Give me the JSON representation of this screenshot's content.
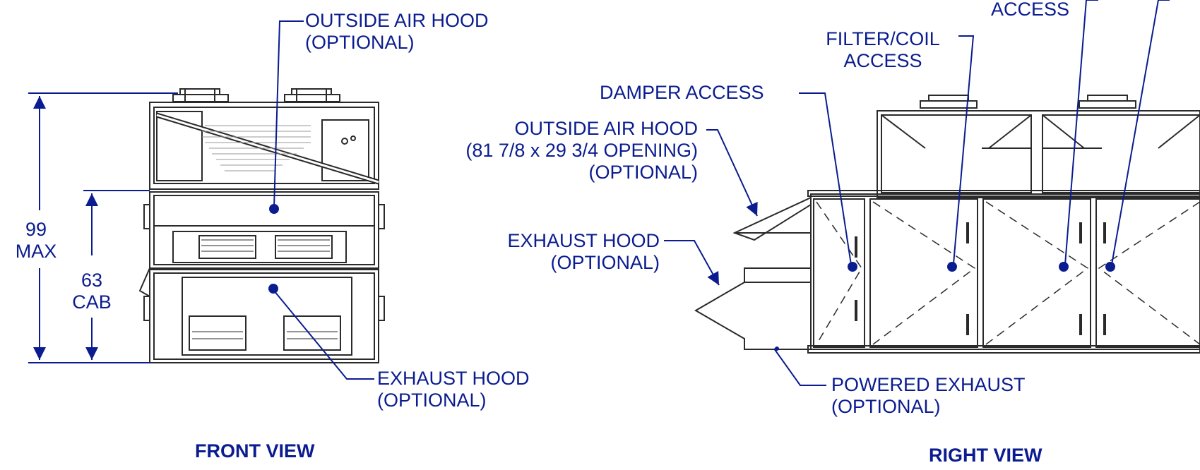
{
  "front_view": {
    "title": "FRONT VIEW",
    "labels": {
      "outside_air_hood_1": "OUTSIDE AIR HOOD",
      "outside_air_hood_2": "(OPTIONAL)",
      "exhaust_hood_1": "EXHAUST HOOD",
      "exhaust_hood_2": "(OPTIONAL)"
    },
    "dimensions": {
      "overall_value": "99",
      "overall_unit": "MAX",
      "cabinet_value": "63",
      "cabinet_unit": "CAB"
    }
  },
  "right_view": {
    "title": "RIGHT VIEW",
    "labels": {
      "access_top": "ACCESS",
      "filter_coil_1": "FILTER/COIL",
      "filter_coil_2": "ACCESS",
      "damper_access": "DAMPER ACCESS",
      "oa_hood_1": "OUTSIDE AIR HOOD",
      "oa_hood_2": "(81 7/8 x 29 3/4 OPENING)",
      "oa_hood_3": "(OPTIONAL)",
      "exhaust_hood_1": "EXHAUST HOOD",
      "exhaust_hood_2": "(OPTIONAL)",
      "powered_exhaust_1": "POWERED EXHAUST",
      "powered_exhaust_2": "(OPTIONAL)"
    }
  },
  "colors": {
    "annotation": "#0a1c8f",
    "linework": "#2a2a2a"
  }
}
